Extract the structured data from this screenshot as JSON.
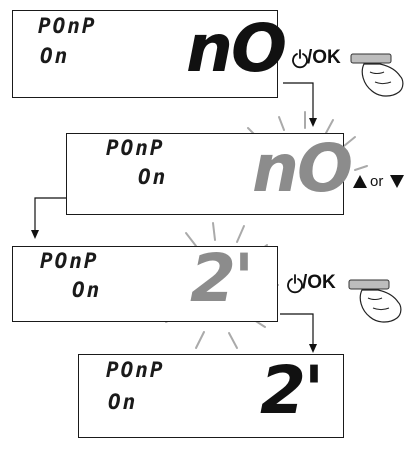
{
  "step1": {
    "line1": "POnP",
    "line2": "On",
    "value": "nO"
  },
  "step2": {
    "line1": "POnP",
    "line2": "On",
    "value": "nO"
  },
  "step3": {
    "line1": "POnP",
    "line2": "On",
    "value": "2'"
  },
  "step4": {
    "line1": "POnP",
    "line2": "On",
    "value": "2'"
  },
  "controls": {
    "confirm_label": "/OK",
    "adjust_label": "or"
  },
  "colors": {
    "ink": "#111111",
    "blink_grey": "#8c8c8c",
    "background": "#ffffff"
  },
  "icons": [
    "power-icon",
    "finger-press-icon",
    "up-triangle-icon",
    "down-triangle-icon"
  ]
}
